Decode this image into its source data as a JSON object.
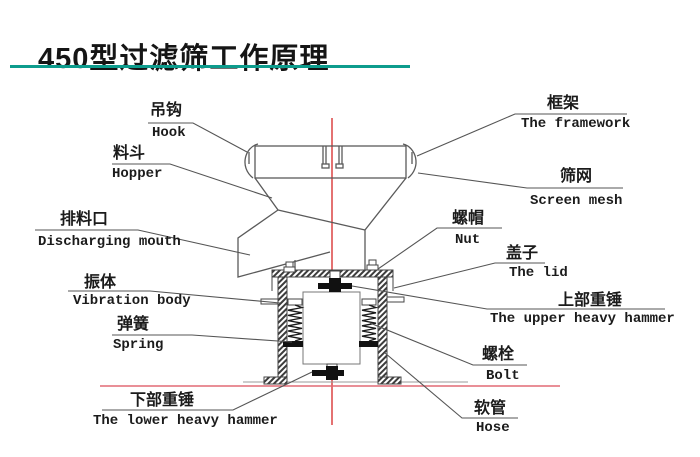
{
  "title": {
    "text": "450型过滤筛工作原理"
  },
  "colors": {
    "accent_teal": "#0d9c8d",
    "drawing_line": "#5a5a5a",
    "leader_line": "#555555",
    "crosshair_vertical": "#dd4f4f",
    "crosshair_horizontal": "#e26a75",
    "metal_black": "#111111"
  },
  "diagram": {
    "labels": [
      {
        "id": "hook",
        "zh": "吊钩",
        "en": "Hook"
      },
      {
        "id": "hopper",
        "zh": "料斗",
        "en": "Hopper"
      },
      {
        "id": "discharging-mouth",
        "zh": "排料口",
        "en": "Discharging mouth"
      },
      {
        "id": "vibration-body",
        "zh": "振体",
        "en": "Vibration body"
      },
      {
        "id": "spring",
        "zh": "弹簧",
        "en": "Spring"
      },
      {
        "id": "lower-heavy-hammer",
        "zh": "下部重锤",
        "en": "The lower heavy hammer"
      },
      {
        "id": "framework",
        "zh": "框架",
        "en": "The framework"
      },
      {
        "id": "screen-mesh",
        "zh": "筛网",
        "en": "Screen mesh"
      },
      {
        "id": "nut",
        "zh": "螺帽",
        "en": "Nut"
      },
      {
        "id": "lid",
        "zh": "盖子",
        "en": "The lid"
      },
      {
        "id": "upper-heavy-hammer",
        "zh": "上部重锤",
        "en": "The upper heavy hammer"
      },
      {
        "id": "bolt",
        "zh": "螺栓",
        "en": "Bolt"
      },
      {
        "id": "hose",
        "zh": "软管",
        "en": "Hose"
      }
    ]
  }
}
